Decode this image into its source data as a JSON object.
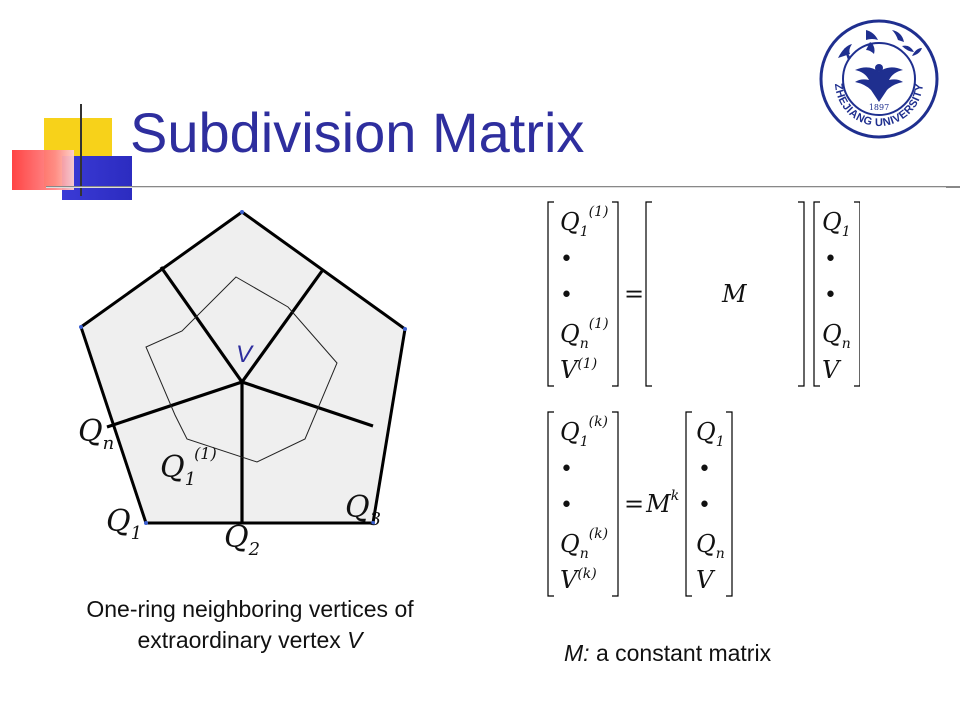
{
  "slide": {
    "title": "Subdivision Matrix",
    "caption_left_line1": "One-ring neighboring vertices of",
    "caption_left_line2_prefix": "extraordinary vertex ",
    "caption_left_line2_var": "V",
    "caption_right_var": "M:",
    "caption_right_text": " a constant matrix",
    "accent_color": "#2e2e9e"
  },
  "logo": {
    "text": "ZHEJIANG UNIVERSITY",
    "year": "1897"
  },
  "diagram": {
    "center_label": "V",
    "labels": {
      "qn": "Q",
      "qn_sub": "n",
      "q1_1": "Q",
      "q1_1_sub": "1",
      "q1_1_sup": "(1)",
      "q1": "Q",
      "q1_sub": "1",
      "q2": "Q",
      "q2_sub": "2",
      "q3": "Q",
      "q3_sub": "3"
    }
  },
  "equation1": {
    "lhs": [
      {
        "base": "Q",
        "sub": "1",
        "sup": "(1)"
      },
      {
        "base": "•",
        "sub": "",
        "sup": ""
      },
      {
        "base": "•",
        "sub": "",
        "sup": ""
      },
      {
        "base": "Q",
        "sub": "n",
        "sup": "(1)"
      },
      {
        "base": "V",
        "sub": "",
        "sup": "(1)"
      }
    ],
    "equals": "=",
    "matrix": "M",
    "rhs": [
      {
        "base": "Q",
        "sub": "1",
        "sup": ""
      },
      {
        "base": "•",
        "sub": "",
        "sup": ""
      },
      {
        "base": "•",
        "sub": "",
        "sup": ""
      },
      {
        "base": "Q",
        "sub": "n",
        "sup": ""
      },
      {
        "base": "V",
        "sub": "",
        "sup": ""
      }
    ]
  },
  "equation2": {
    "lhs": [
      {
        "base": "Q",
        "sub": "1",
        "sup": "(k)"
      },
      {
        "base": "•",
        "sub": "",
        "sup": ""
      },
      {
        "base": "•",
        "sub": "",
        "sup": ""
      },
      {
        "base": "Q",
        "sub": "n",
        "sup": "(k)"
      },
      {
        "base": "V",
        "sub": "",
        "sup": "(k)"
      }
    ],
    "equals": "=",
    "matrix": "M",
    "matrix_sup": "k",
    "rhs": [
      {
        "base": "Q",
        "sub": "1",
        "sup": ""
      },
      {
        "base": "•",
        "sub": "",
        "sup": ""
      },
      {
        "base": "•",
        "sub": "",
        "sup": ""
      },
      {
        "base": "Q",
        "sub": "n",
        "sup": ""
      },
      {
        "base": "V",
        "sub": "",
        "sup": ""
      }
    ]
  }
}
